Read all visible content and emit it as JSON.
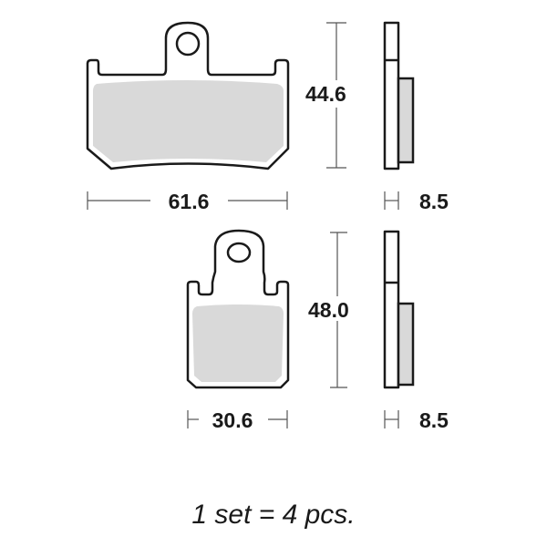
{
  "pad_large": {
    "width_label": "61.6",
    "height_label": "44.6",
    "thickness_label": "8.5"
  },
  "pad_small": {
    "width_label": "30.6",
    "height_label": "48.0",
    "thickness_label": "8.5"
  },
  "footer": "1 set = 4 pcs.",
  "colors": {
    "outline": "#1a1a1a",
    "friction": "#d9d9d9",
    "dimension": "#555555"
  }
}
